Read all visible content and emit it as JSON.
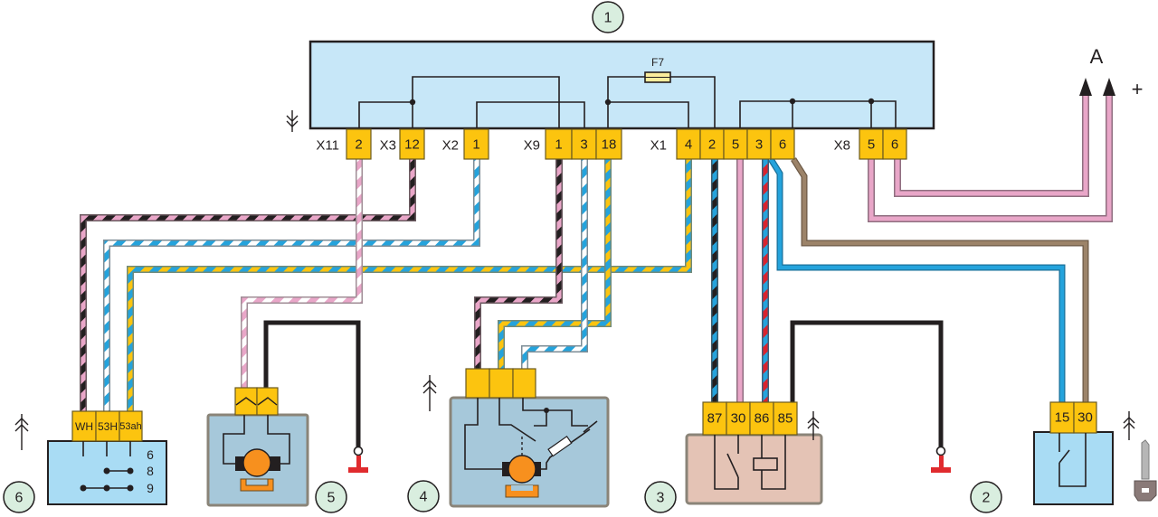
{
  "diagram": {
    "title": "Windshield wiper and washer wiring diagram",
    "colors": {
      "unit_fill": "#c7e7f8",
      "pin_fill": "#fcc40f",
      "callout_fill": "#d9eedf",
      "relay_fill": "#e4c3b5",
      "motor_box_fill": "#a6c8da",
      "motor_orange": "#f7901e",
      "ground_red": "#e02b2e",
      "wire_pink": "#e9a6c8",
      "wire_blue": "#24a3dc",
      "wire_black": "#231f20",
      "wire_yellow": "#fcc40f",
      "wire_red": "#d9232e",
      "wire_brown": "#9c8369",
      "fuse_fill": "#fbed9c"
    },
    "components": {
      "mount_block": {
        "number": "1",
        "fuse_label": "F7",
        "connectors": [
          {
            "name": "X11",
            "pins": [
              "2"
            ]
          },
          {
            "name": "X3",
            "pins": [
              "12"
            ]
          },
          {
            "name": "X2",
            "pins": [
              "1"
            ]
          },
          {
            "name": "X9",
            "pins": [
              "1",
              "3",
              "18"
            ]
          },
          {
            "name": "X1",
            "pins": [
              "4",
              "2",
              "5",
              "3",
              "6"
            ]
          },
          {
            "name": "X8",
            "pins": [
              "5",
              "6"
            ]
          }
        ]
      },
      "ignition_switch": {
        "number": "2",
        "pins": [
          "15",
          "30"
        ]
      },
      "relay": {
        "number": "3",
        "pins": [
          "87",
          "30",
          "86",
          "85"
        ]
      },
      "wiper_motor": {
        "number": "4"
      },
      "washer_motor": {
        "number": "5"
      },
      "wiper_switch": {
        "number": "6",
        "pins": [
          "WH",
          "53H",
          "53ah"
        ],
        "positions": [
          "6",
          "8",
          "9"
        ]
      }
    },
    "terminals": {
      "a_label": "A",
      "plus_label": "+"
    }
  }
}
